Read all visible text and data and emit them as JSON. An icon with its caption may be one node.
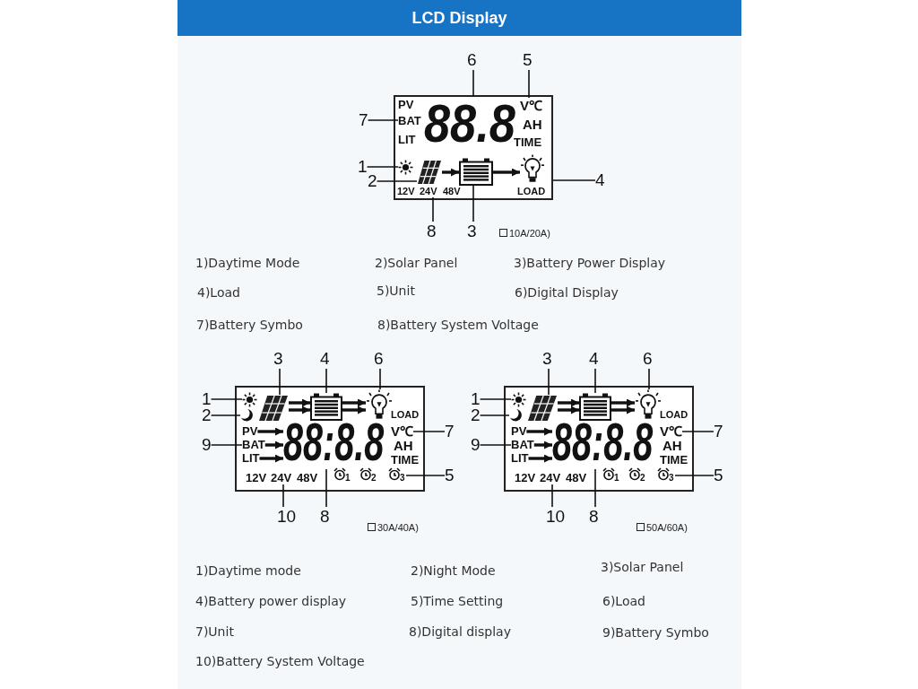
{
  "diagram": {
    "title": "LCD Display",
    "nodes": [
      {
        "text": [],
        "shape": "box"
      },
      {
        "text": [
          "PV"
        ],
        "in": 0
      },
      {
        "text": [
          "BAT"
        ],
        "in": 0
      },
      {
        "text": [
          "LIT"
        ],
        "in": 0
      },
      {
        "text": [
          "88.8"
        ],
        "in": 0
      },
      {
        "text": [
          "V℃"
        ],
        "in": 0
      },
      {
        "text": [
          "AH"
        ],
        "in": 0
      },
      {
        "text": [
          "TIME"
        ],
        "in": 0
      },
      {
        "text": [],
        "shape": "sun",
        "in": 0
      },
      {
        "text": [],
        "shape": "panel",
        "in": 0
      },
      {
        "text": [],
        "shape": "battery",
        "in": 0
      },
      {
        "text": [],
        "shape": "bulb",
        "in": 0
      },
      {
        "text": [
          "LOAD"
        ],
        "in": 0
      },
      {
        "text": [
          "12V"
        ],
        "in": 0
      },
      {
        "text": [
          "24V"
        ],
        "in": 0
      },
      {
        "text": [
          "48V"
        ],
        "in": 0
      },
      {
        "text": [
          "6"
        ]
      },
      {
        "text": [
          "5"
        ]
      },
      {
        "text": [
          "7"
        ]
      },
      {
        "text": [
          "1"
        ]
      },
      {
        "text": [
          "2"
        ]
      },
      {
        "text": [
          "4"
        ]
      },
      {
        "text": [
          "8"
        ]
      },
      {
        "text": [
          "3"
        ]
      },
      {
        "text": [],
        "shape": "box"
      },
      {
        "text": [],
        "shape": "sun",
        "in": 24
      },
      {
        "text": [],
        "shape": "moon",
        "in": 24
      },
      {
        "text": [],
        "shape": "panel",
        "in": 24
      },
      {
        "text": [],
        "shape": "battery",
        "in": 24
      },
      {
        "text": [],
        "shape": "bulb",
        "in": 24
      },
      {
        "text": [
          "LOAD"
        ],
        "in": 24
      },
      {
        "text": [
          "PV"
        ],
        "in": 24
      },
      {
        "text": [
          "BAT"
        ],
        "in": 24
      },
      {
        "text": [
          "LIT"
        ],
        "in": 24
      },
      {
        "text": [
          "88:8.8"
        ],
        "in": 24
      },
      {
        "text": [
          "V℃"
        ],
        "in": 24
      },
      {
        "text": [
          "AH"
        ],
        "in": 24
      },
      {
        "text": [
          "TIME"
        ],
        "in": 24
      },
      {
        "text": [
          "12V"
        ],
        "in": 24
      },
      {
        "text": [
          "24V"
        ],
        "in": 24
      },
      {
        "text": [
          "48V"
        ],
        "in": 24
      },
      {
        "text": [
          "1"
        ],
        "in": 24
      },
      {
        "text": [
          "2"
        ],
        "in": 24
      },
      {
        "text": [
          "3"
        ],
        "in": 24
      },
      {
        "text": [
          "3"
        ]
      },
      {
        "text": [
          "4"
        ]
      },
      {
        "text": [
          "6"
        ]
      },
      {
        "text": [
          "1"
        ]
      },
      {
        "text": [
          "2"
        ]
      },
      {
        "text": [
          "9"
        ]
      },
      {
        "text": [
          "7"
        ]
      },
      {
        "text": [
          "5"
        ]
      },
      {
        "text": [
          "10"
        ]
      },
      {
        "text": [
          "8"
        ]
      },
      {
        "text": [],
        "shape": "box"
      },
      {
        "text": [],
        "shape": "sun",
        "in": 54
      },
      {
        "text": [],
        "shape": "moon",
        "in": 54
      },
      {
        "text": [],
        "shape": "panel",
        "in": 54
      },
      {
        "text": [],
        "shape": "battery",
        "in": 54
      },
      {
        "text": [],
        "shape": "bulb",
        "in": 54
      },
      {
        "text": [
          "LOAD"
        ],
        "in": 54
      },
      {
        "text": [
          "PV"
        ],
        "in": 54
      },
      {
        "text": [
          "BAT"
        ],
        "in": 54
      },
      {
        "text": [
          "LIT"
        ],
        "in": 54
      },
      {
        "text": [
          "88:8.8"
        ],
        "in": 54
      },
      {
        "text": [
          "V℃"
        ],
        "in": 54
      },
      {
        "text": [
          "AH"
        ],
        "in": 54
      },
      {
        "text": [
          "TIME"
        ],
        "in": 54
      },
      {
        "text": [
          "12V"
        ],
        "in": 54
      },
      {
        "text": [
          "24V"
        ],
        "in": 54
      },
      {
        "text": [
          "48V"
        ],
        "in": 54
      },
      {
        "text": [
          "1"
        ],
        "in": 54
      },
      {
        "text": [
          "2"
        ],
        "in": 54
      },
      {
        "text": [
          "3"
        ],
        "in": 54
      },
      {
        "text": [
          "3"
        ]
      },
      {
        "text": [
          "4"
        ]
      },
      {
        "text": [
          "6"
        ]
      },
      {
        "text": [
          "1"
        ]
      },
      {
        "text": [
          "2"
        ]
      },
      {
        "text": [
          "9"
        ]
      },
      {
        "text": [
          "7"
        ]
      },
      {
        "text": [
          "5"
        ]
      },
      {
        "text": [
          "10"
        ]
      },
      {
        "text": [
          "8"
        ]
      }
    ],
    "edges": [
      {
        "from": 16,
        "to": 4,
        "arrow": "none"
      },
      {
        "from": 17,
        "to": 5,
        "arrow": "none"
      },
      {
        "from": 18,
        "to": 2,
        "arrow": "none"
      },
      {
        "from": 19,
        "to": 8,
        "arrow": "none"
      },
      {
        "from": 20,
        "to": 9,
        "arrow": "none"
      },
      {
        "from": 21,
        "to": 0,
        "arrow": "none"
      },
      {
        "from": 22,
        "to": 14,
        "arrow": "none"
      },
      {
        "from": 23,
        "to": 10,
        "arrow": "none"
      },
      {
        "from": 9,
        "to": 10,
        "arrow": "to",
        "style": "thick"
      },
      {
        "from": 10,
        "to": 11,
        "arrow": "to",
        "style": "thick"
      },
      {
        "from": 44,
        "to": 27,
        "arrow": "none"
      },
      {
        "from": 45,
        "to": 28,
        "arrow": "none"
      },
      {
        "from": 46,
        "to": 29,
        "arrow": "none"
      },
      {
        "from": 47,
        "to": 25,
        "arrow": "none"
      },
      {
        "from": 48,
        "to": 26,
        "arrow": "none"
      },
      {
        "from": 49,
        "to": 32,
        "arrow": "none"
      },
      {
        "from": 50,
        "to": 35,
        "arrow": "none"
      },
      {
        "from": 51,
        "to": 43,
        "arrow": "none"
      },
      {
        "from": 52,
        "to": 39,
        "arrow": "none"
      },
      {
        "from": 53,
        "to": 34,
        "arrow": "none"
      },
      {
        "from": 27,
        "to": 28,
        "arrow": "to",
        "style": "thick"
      },
      {
        "from": 27,
        "to": 28,
        "arrow": "to",
        "style": "thick"
      },
      {
        "from": 28,
        "to": 29,
        "arrow": "to",
        "style": "thick"
      },
      {
        "from": 28,
        "to": 29,
        "arrow": "to",
        "style": "thick"
      },
      {
        "from": 31,
        "to": 34,
        "arrow": "to",
        "style": "thick"
      },
      {
        "from": 32,
        "to": 34,
        "arrow": "to",
        "style": "thick"
      },
      {
        "from": 33,
        "to": 34,
        "arrow": "to",
        "style": "thick"
      },
      {
        "from": 74,
        "to": 57,
        "arrow": "none"
      },
      {
        "from": 75,
        "to": 58,
        "arrow": "none"
      },
      {
        "from": 76,
        "to": 59,
        "arrow": "none"
      },
      {
        "from": 77,
        "to": 55,
        "arrow": "none"
      },
      {
        "from": 78,
        "to": 56,
        "arrow": "none"
      },
      {
        "from": 79,
        "to": 62,
        "arrow": "none"
      },
      {
        "from": 80,
        "to": 65,
        "arrow": "none"
      },
      {
        "from": 81,
        "to": 73,
        "arrow": "none"
      },
      {
        "from": 82,
        "to": 69,
        "arrow": "none"
      },
      {
        "from": 83,
        "to": 64,
        "arrow": "none"
      },
      {
        "from": 57,
        "to": 58,
        "arrow": "to",
        "style": "thick"
      },
      {
        "from": 57,
        "to": 58,
        "arrow": "to",
        "style": "thick"
      },
      {
        "from": 58,
        "to": 59,
        "arrow": "to",
        "style": "thick"
      },
      {
        "from": 58,
        "to": 59,
        "arrow": "to",
        "style": "thick"
      },
      {
        "from": 61,
        "to": 64,
        "arrow": "to",
        "style": "thick"
      },
      {
        "from": 62,
        "to": 64,
        "arrow": "to",
        "style": "thick"
      },
      {
        "from": 63,
        "to": 64,
        "arrow": "to",
        "style": "thick"
      }
    ],
    "labels": [
      "10A/20A)",
      "1)Daytime Mode",
      "2)Solar Panel",
      "3)Battery Power Display",
      "4)Load",
      "5)Unit",
      "6)Digital Display",
      "7)Battery Symbo",
      "8)Battery System Voltage",
      "30A/40A)",
      "50A/60A)",
      "1)Daytime mode",
      "2)Night Mode",
      "3)Solar Panel",
      "4)Battery power display",
      "5)Time Setting",
      "6)Load",
      "7)Unit",
      "8)Digital display",
      "9)Battery Symbo",
      "10)Battery System Voltage"
    ]
  }
}
